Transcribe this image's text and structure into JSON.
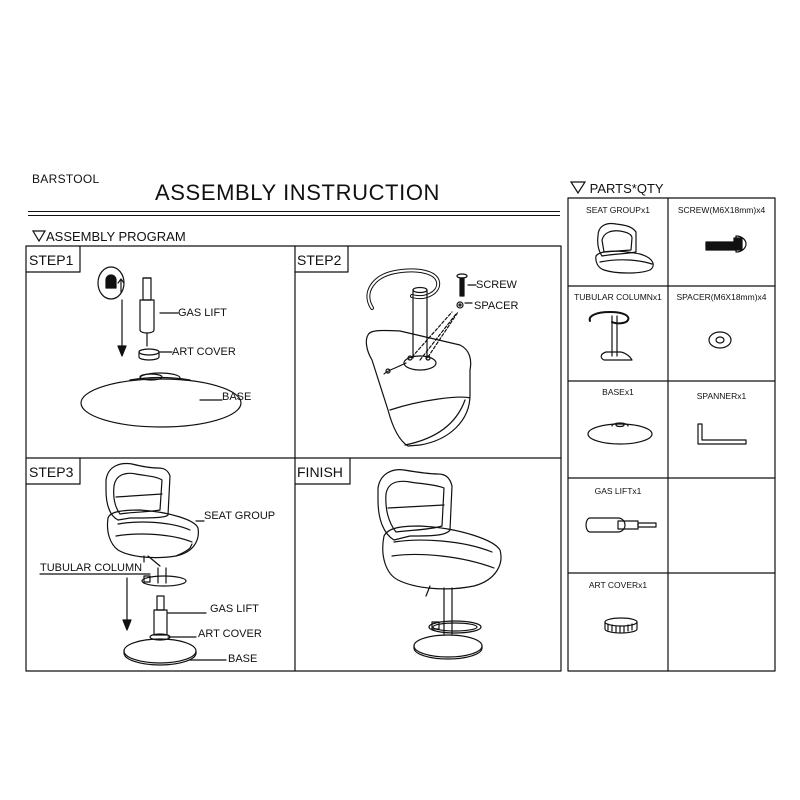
{
  "document": {
    "label": "BARSTOOL",
    "title": "ASSEMBLY  INSTRUCTION"
  },
  "program": {
    "heading": "ASSEMBLY PROGRAM",
    "steps": [
      {
        "tag": "STEP1",
        "labels": [
          "GAS LIFT",
          "ART COVER",
          "BASE"
        ]
      },
      {
        "tag": "STEP2",
        "labels": [
          "SCREW",
          "SPACER"
        ]
      },
      {
        "tag": "STEP3",
        "labels": [
          "SEAT GROUP",
          "TUBULAR COLUMN",
          "GAS LIFT",
          "ART COVER",
          "BASE"
        ]
      },
      {
        "tag": "FINISH",
        "labels": []
      }
    ]
  },
  "parts": {
    "heading": "PARTS*QTY",
    "items": [
      {
        "label": "SEAT GROUPx1",
        "icon": "seat-group-icon"
      },
      {
        "label": "SCREW(M6X18mm)x4",
        "icon": "screw-icon"
      },
      {
        "label": "TUBULAR COLUMNx1",
        "icon": "tubular-column-icon"
      },
      {
        "label": "SPACER(M6X18mm)x4",
        "icon": "spacer-icon"
      },
      {
        "label": "BASEx1",
        "icon": "base-icon"
      },
      {
        "label": "SPANNERx1",
        "icon": "spanner-icon"
      },
      {
        "label": "GAS LIFTx1",
        "icon": "gas-lift-icon"
      },
      {
        "label": "",
        "icon": ""
      },
      {
        "label": "ART COVERx1",
        "icon": "art-cover-icon"
      },
      {
        "label": "",
        "icon": ""
      }
    ]
  }
}
